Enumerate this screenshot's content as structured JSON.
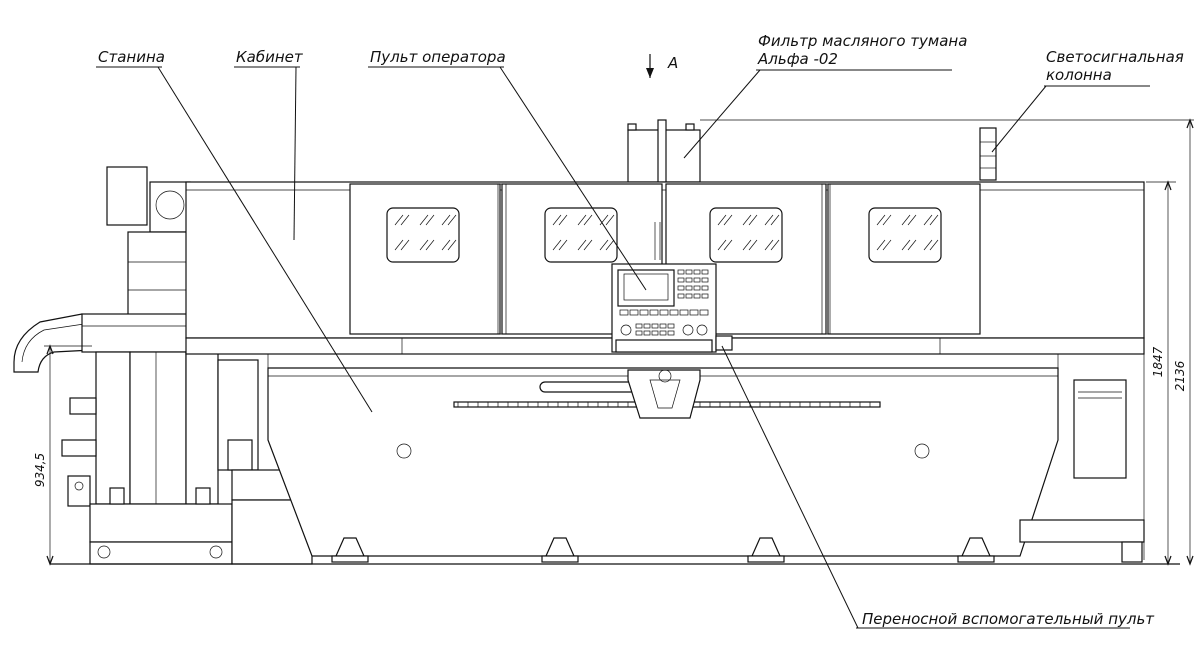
{
  "labels": {
    "frame": "Станина",
    "cabinet": "Кабинет",
    "operator_panel": "Пульт оператора",
    "view_marker": "А",
    "oil_mist_filter_line1": "Фильтр масляного тумана",
    "oil_mist_filter_line2": "Альфа -02",
    "signal_column_line1": "Светосигнальная",
    "signal_column_line2": "колонна",
    "portable_pendant": "Переносной вспомогательный пульт"
  },
  "dimensions": {
    "overall_height": "2136",
    "cabinet_height": "1847",
    "frame_height": "934,5"
  }
}
